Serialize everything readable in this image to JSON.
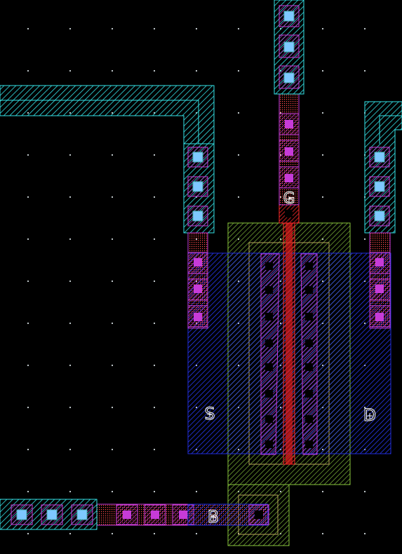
{
  "layout_view": {
    "labels": {
      "gate": "G",
      "source": "S",
      "drain": "D",
      "bulk": "B"
    },
    "colors": {
      "background": "#000000",
      "grid_dot": "#cfd8dc",
      "metal1": "#34e3e8",
      "metal1_fill": "#0f5d60",
      "poly": "#ff2a2a",
      "poly_fill": "#8a1414",
      "via": "#c63bd8",
      "via_fill": "#6a1a7a",
      "contact": "#7ec8ff",
      "diffusion": "#1f2ddb",
      "nwell": "#88c53b",
      "implant": "#b7a65a",
      "label": "#ffffff"
    }
  }
}
